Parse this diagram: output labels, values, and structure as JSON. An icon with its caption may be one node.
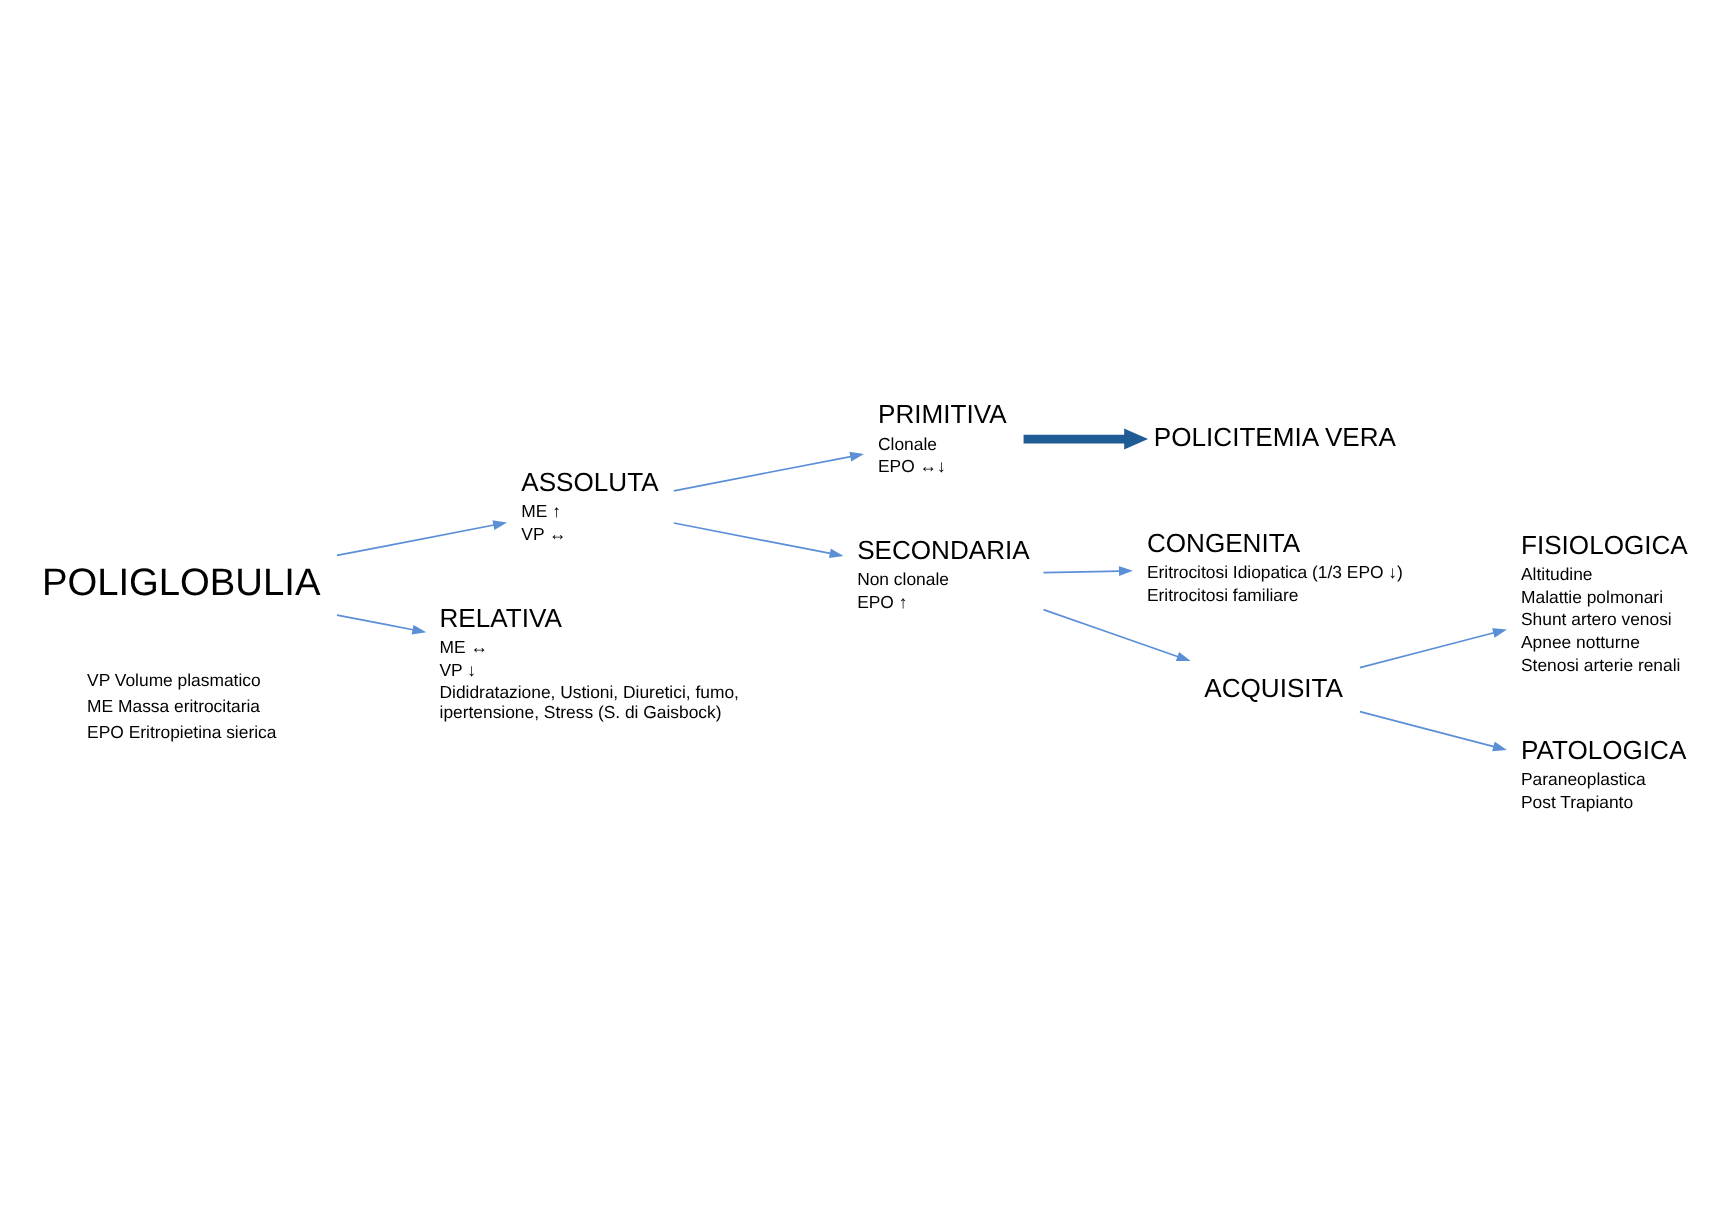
{
  "diagram": {
    "nodes": [
      {
        "text": [
          "POLIGLOBULIA"
        ]
      },
      {
        "text": [
          "ASSOLUTA",
          "ME ↑",
          "VP ↔"
        ]
      },
      {
        "text": [
          "RELATIVA",
          "ME ↔",
          "VP ↓",
          "Dididratazione, Ustioni, Diuretici, fumo, ipertensione, Stress (S. di Gaisbock)"
        ]
      },
      {
        "text": [
          "PRIMITIVA",
          "Clonale",
          "EPO ↔↓"
        ]
      },
      {
        "text": [
          "SECONDARIA",
          "Non clonale",
          "EPO ↑"
        ]
      },
      {
        "text": [
          "POLICITEMIA VERA"
        ]
      },
      {
        "text": [
          "CONGENITA",
          "Eritrocitosi Idiopatica (1/3 EPO ↓)",
          "Eritrocitosi familiare"
        ]
      },
      {
        "text": [
          "ACQUISITA"
        ]
      },
      {
        "text": [
          "FISIOLOGICA",
          "Altitudine",
          "Malattie polmonari",
          "Shunt artero venosi",
          "Apnee notturne",
          "Stenosi arterie renali"
        ]
      },
      {
        "text": [
          "PATOLOGICA",
          "Paraneoplastica",
          "Post Trapianto"
        ]
      }
    ],
    "edges": [
      {
        "from": 0,
        "to": 1,
        "arrow": "to"
      },
      {
        "from": 0,
        "to": 2,
        "arrow": "to"
      },
      {
        "from": 1,
        "to": 3,
        "arrow": "to"
      },
      {
        "from": 1,
        "to": 4,
        "arrow": "to"
      },
      {
        "from": 3,
        "to": 5,
        "arrow": "to",
        "style": "thick",
        "color": "#1f5b94"
      },
      {
        "from": 4,
        "to": 6,
        "arrow": "to"
      },
      {
        "from": 4,
        "to": 7,
        "arrow": "to"
      },
      {
        "from": 7,
        "to": 8,
        "arrow": "to"
      },
      {
        "from": 7,
        "to": 9,
        "arrow": "to"
      }
    ],
    "labels": [
      "VP Volume plasmatico",
      "ME Massa eritrocitaria",
      "EPO Eritropietina sierica"
    ]
  }
}
